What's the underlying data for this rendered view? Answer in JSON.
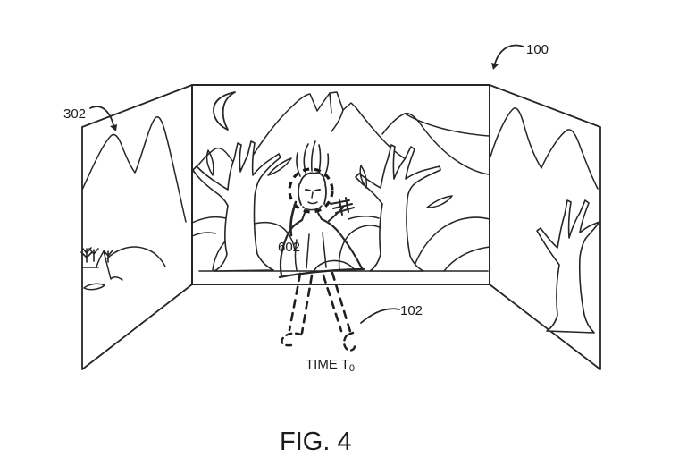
{
  "figure": {
    "caption": "FIG. 4",
    "time_label": {
      "text": "TIME T",
      "subscript": "0"
    },
    "reference_numerals": {
      "system": "100",
      "display_panel": "302",
      "head_marker": "602",
      "user_skeleton": "102"
    },
    "colors": {
      "ink": "#262626",
      "background": "#ffffff"
    }
  }
}
